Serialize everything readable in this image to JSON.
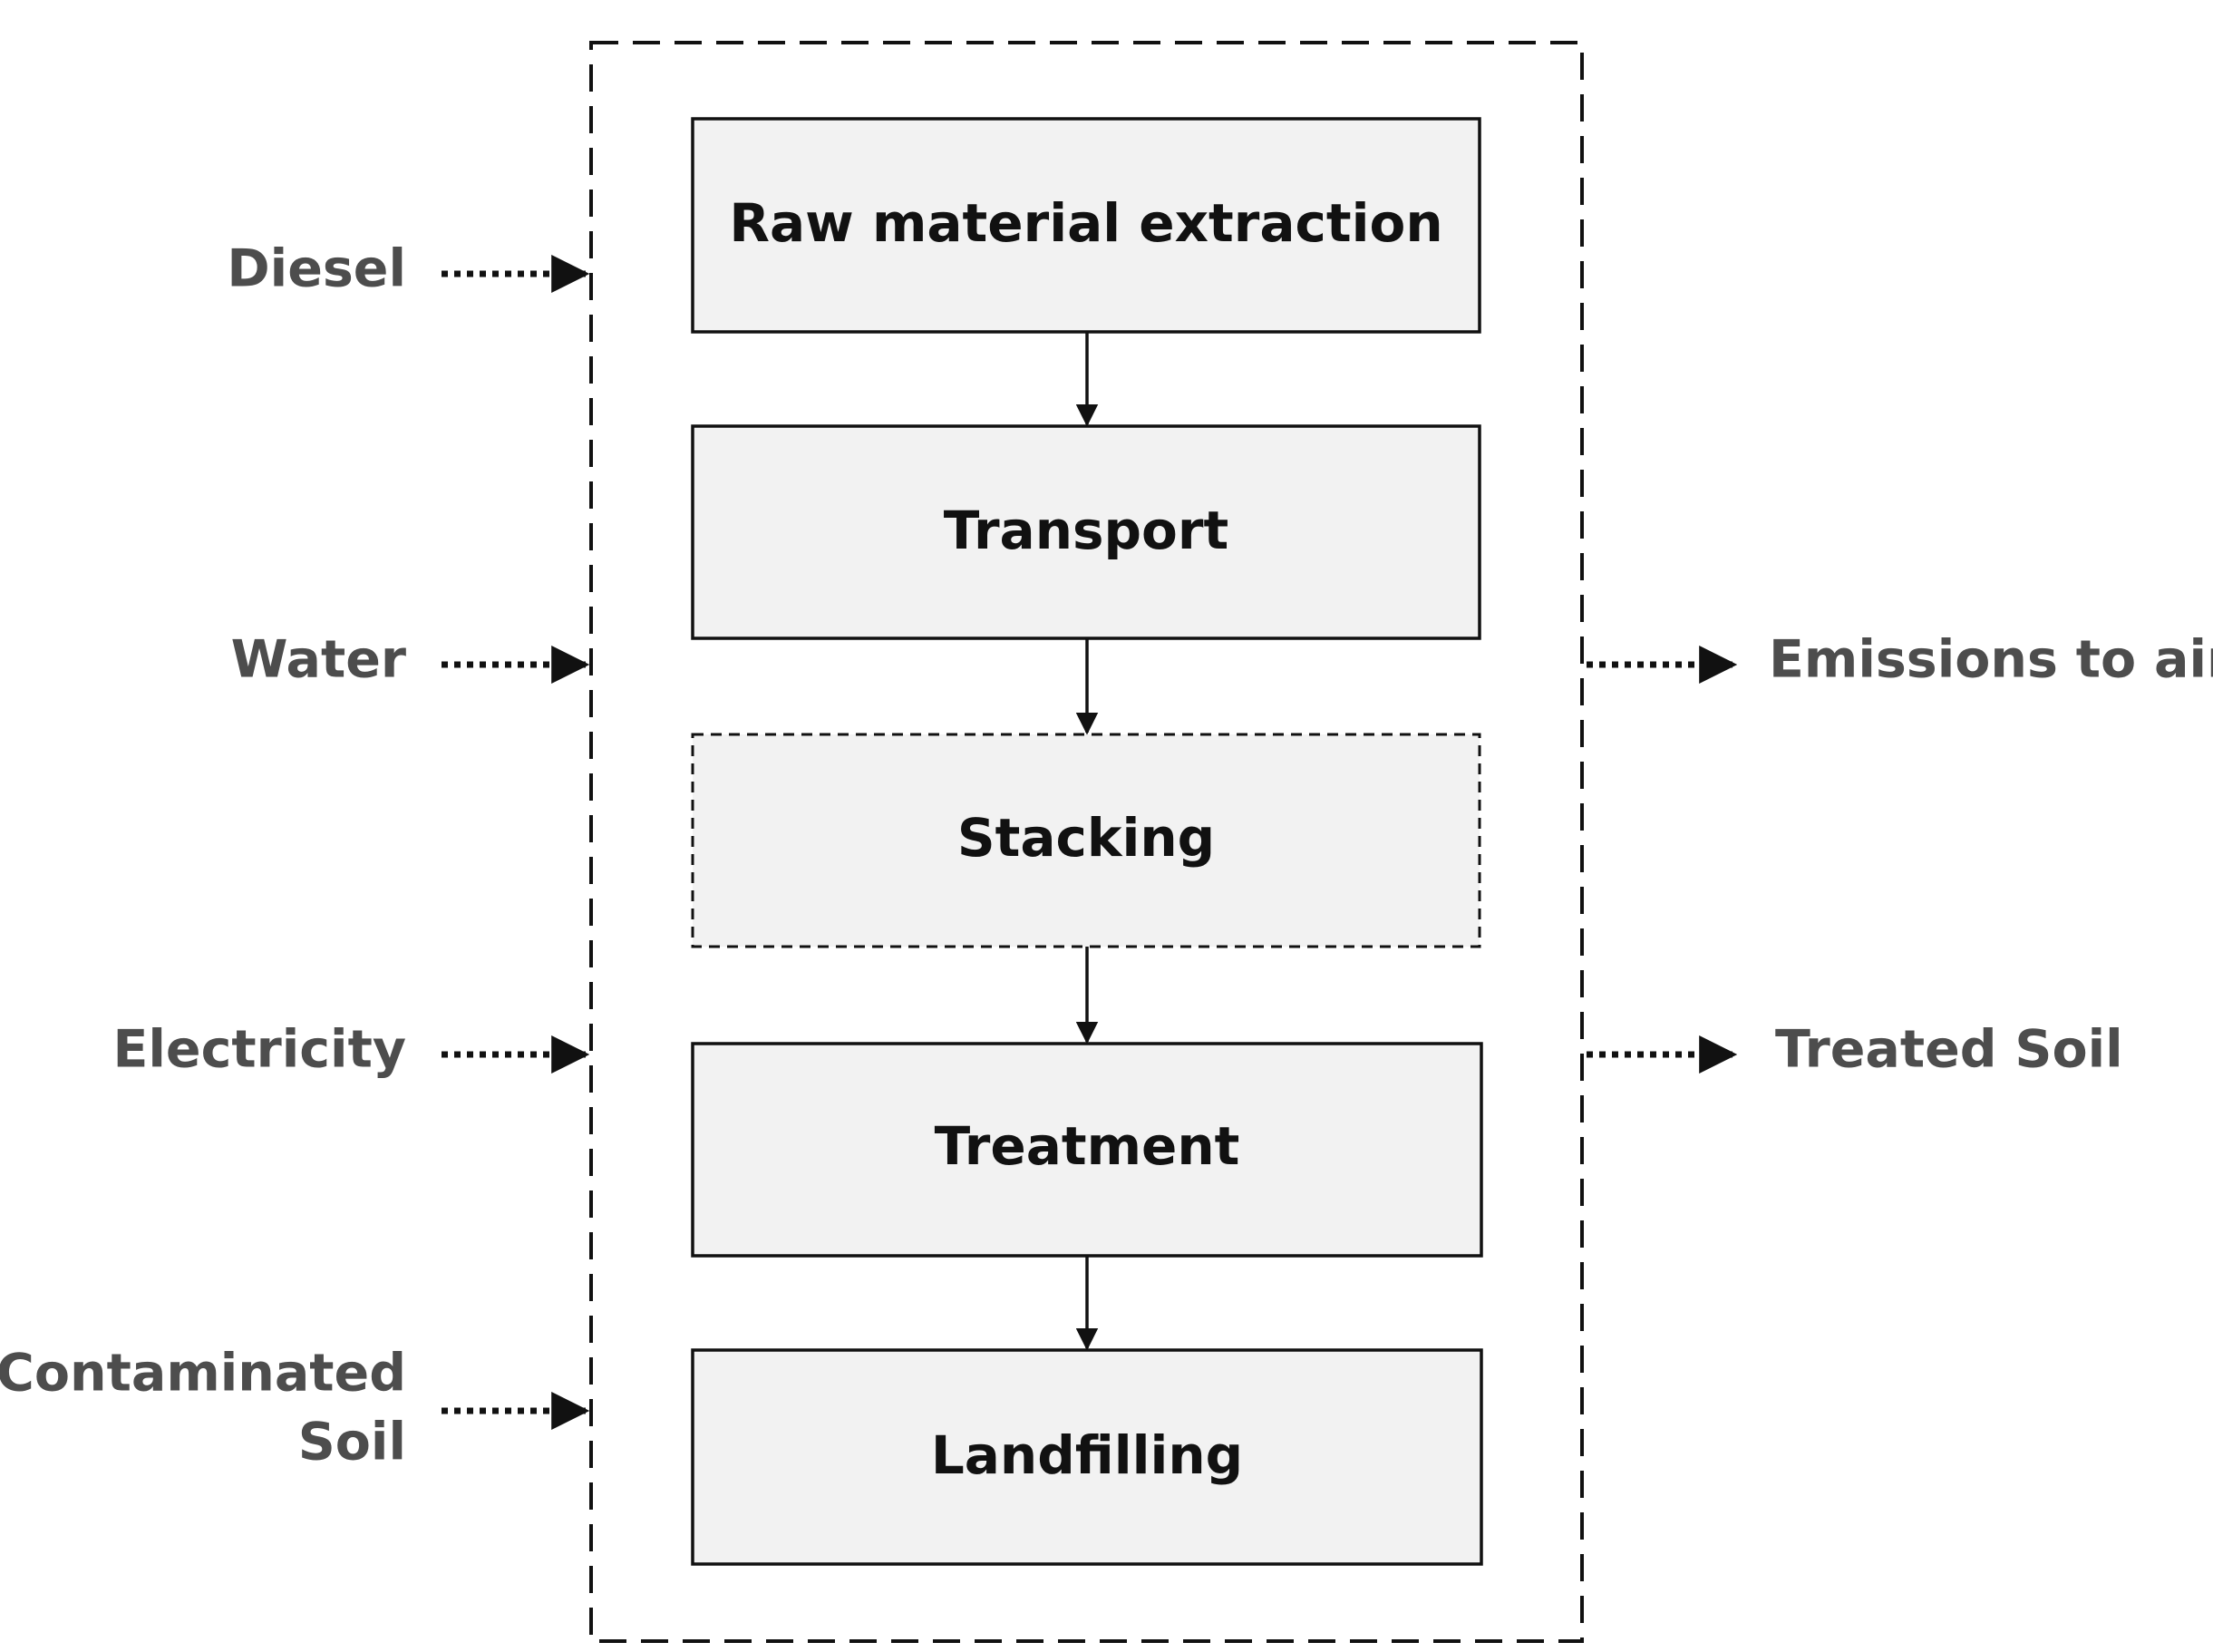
{
  "processes": [
    {
      "label": "Raw material extraction",
      "style": "solid"
    },
    {
      "label": "Transport",
      "style": "solid"
    },
    {
      "label": "Stacking",
      "style": "dashed"
    },
    {
      "label": "Treatment",
      "style": "solid"
    },
    {
      "label": "Landfilling",
      "style": "solid"
    }
  ],
  "inputs": [
    {
      "label": "Diesel"
    },
    {
      "label": "Water"
    },
    {
      "label": "Electricity"
    },
    {
      "label": "Contaminated",
      "label2": "Soil"
    }
  ],
  "outputs": [
    {
      "label": "Emissions to air"
    },
    {
      "label": "Treated Soil"
    }
  ],
  "colors": {
    "box_fill": "#f2f2f2",
    "stroke": "#111111",
    "flow_text": "#4d4d4d"
  }
}
